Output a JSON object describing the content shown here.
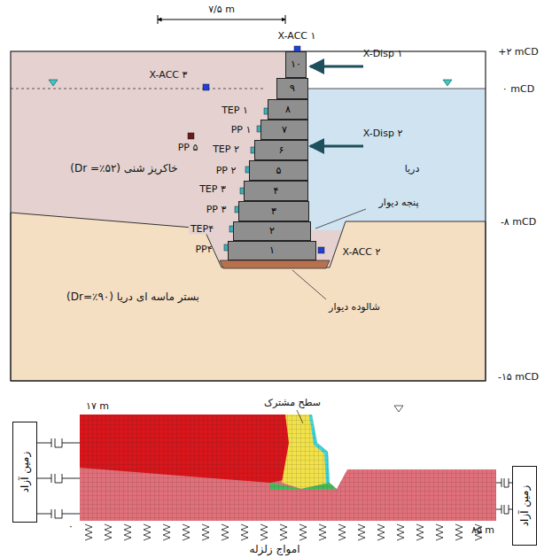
{
  "diagram": {
    "nodes": [
      {
        "text": [
          "۱۰"
        ]
      },
      {
        "text": [
          "۹"
        ]
      },
      {
        "text": [
          "۸"
        ]
      },
      {
        "text": [
          "۷"
        ]
      },
      {
        "text": [
          "۶"
        ]
      },
      {
        "text": [
          "۵"
        ]
      },
      {
        "text": [
          "۴"
        ]
      },
      {
        "text": [
          "۳"
        ]
      },
      {
        "text": [
          "۲"
        ]
      },
      {
        "text": [
          "۱"
        ]
      },
      {
        "text": [
          "زمین آزاد"
        ]
      },
      {
        "text": [
          "زمین آزاد"
        ]
      }
    ],
    "labels": [
      "۷/۵ m",
      "X-ACC ۱",
      "+۲ mCD",
      "X-ACC ۳",
      "X-Disp ۱",
      "۰ mCD",
      "TEP ۱",
      "PP ۱",
      "PP ۵",
      "TEP ۲",
      "PP ۲",
      "خاکریز شنی (Dr =٪۵۲)",
      "دریا",
      "X-Disp ۲",
      "TEP ۳",
      "PP ۳",
      "TEP۴",
      "PP۴",
      "پنجه دیوار",
      "-۸ mCD",
      "X-ACC ۲",
      "بستر ماسه ای دریا (Dr=٪۹۰)",
      "شالوده دیوار",
      "-۱۵ mCD",
      "۱۷ m",
      "سطح مشترک",
      "۰",
      "۸۵ m",
      "امواج زلزله"
    ]
  }
}
